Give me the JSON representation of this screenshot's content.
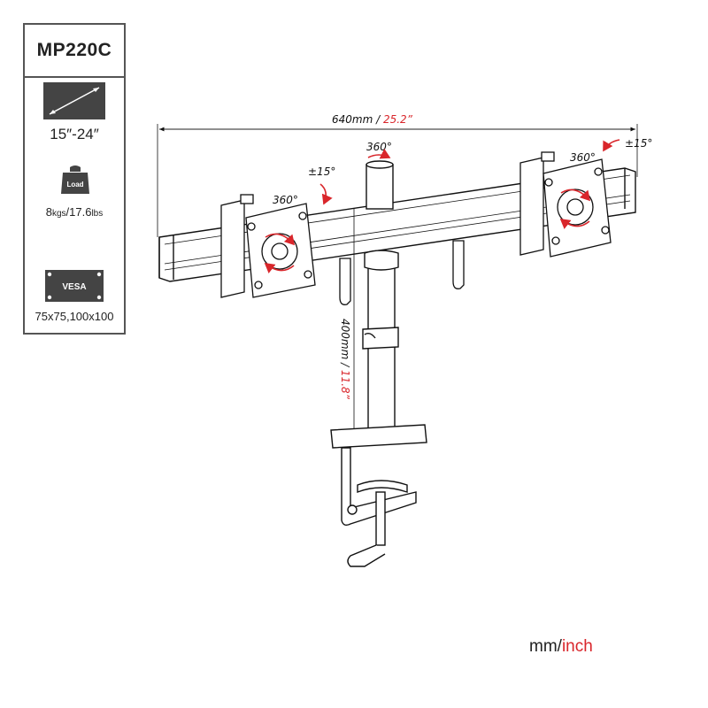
{
  "spec": {
    "model": "MP220C",
    "screen_icon": "screen-diagonal-icon",
    "screen_size": "15″-24″",
    "load_icon": "weight-icon",
    "load_badge": "Load",
    "load_value": "8",
    "load_unit_kg": "kgs",
    "load_sep": "/17.6",
    "load_unit_lb": "lbs",
    "vesa_icon": "vesa-plate-icon",
    "vesa_badge": "VESA",
    "vesa_sizes": "75x75,100x100"
  },
  "dimensions": {
    "width_mm": "640mm / ",
    "width_in": "25.2”",
    "height_mm": "400mm / ",
    "height_in": "11.8”"
  },
  "rotations": {
    "pole_rotation": "360°",
    "left_tilt": "±15°",
    "left_rotation": "360°",
    "right_tilt": "±15°",
    "right_rotation": "360°"
  },
  "units": {
    "mm": "mm/",
    "inch": "inch"
  },
  "colors": {
    "accent_red": "#d9262b",
    "line": "#111111",
    "panel_border": "#555555"
  }
}
